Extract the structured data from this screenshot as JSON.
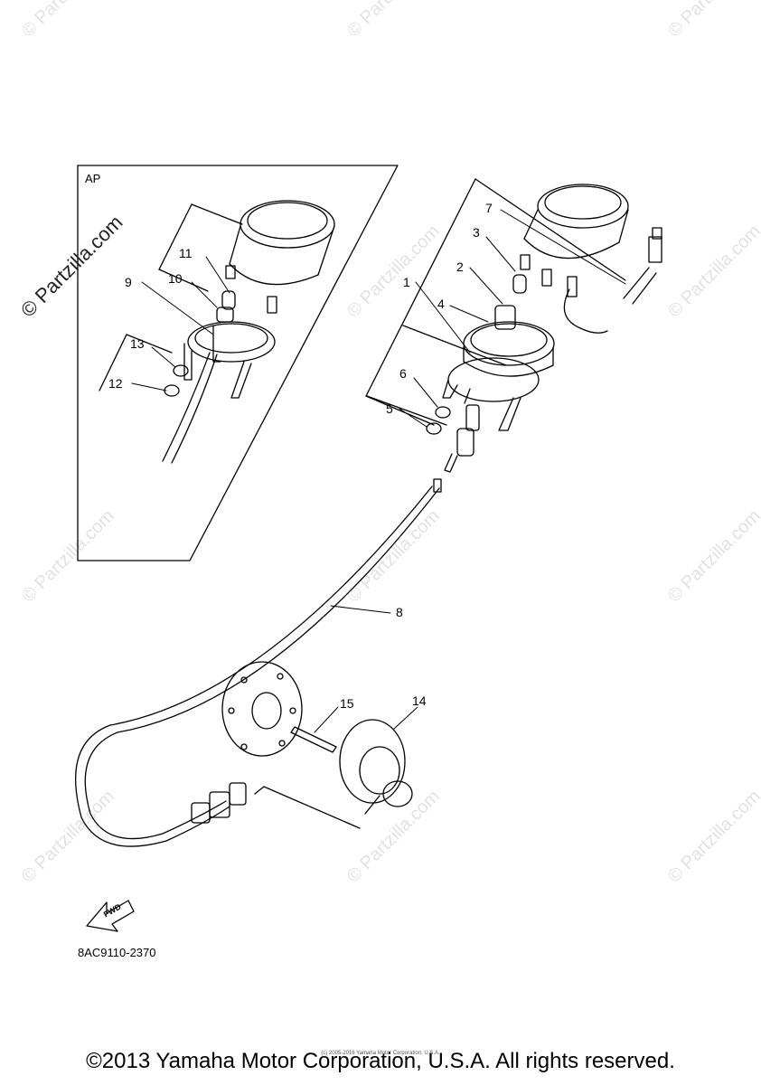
{
  "watermarks": {
    "brand": "© Partzilla.com",
    "text": "© Partzilla.com"
  },
  "panel": {
    "label": "AP"
  },
  "callouts": {
    "c1": "1",
    "c2": "2",
    "c3": "3",
    "c4": "4",
    "c5": "5",
    "c6": "6",
    "c7": "7",
    "c8": "8",
    "c9": "9",
    "c10": "10",
    "c11": "11",
    "c12": "12",
    "c13": "13",
    "c14": "14",
    "c15": "15"
  },
  "fwd_arrow": {
    "label": "FWD"
  },
  "part_number": "8AC9110-2370",
  "footer": {
    "copyright": "©2013 Yamaha Motor Corporation, U.S.A. All rights reserved.",
    "tiny_copyright": "(c) 2005-2016 Yamaha Motor Corporation, U.S.A."
  },
  "colors": {
    "line": "#000000",
    "watermark": "#e2e2e2"
  }
}
